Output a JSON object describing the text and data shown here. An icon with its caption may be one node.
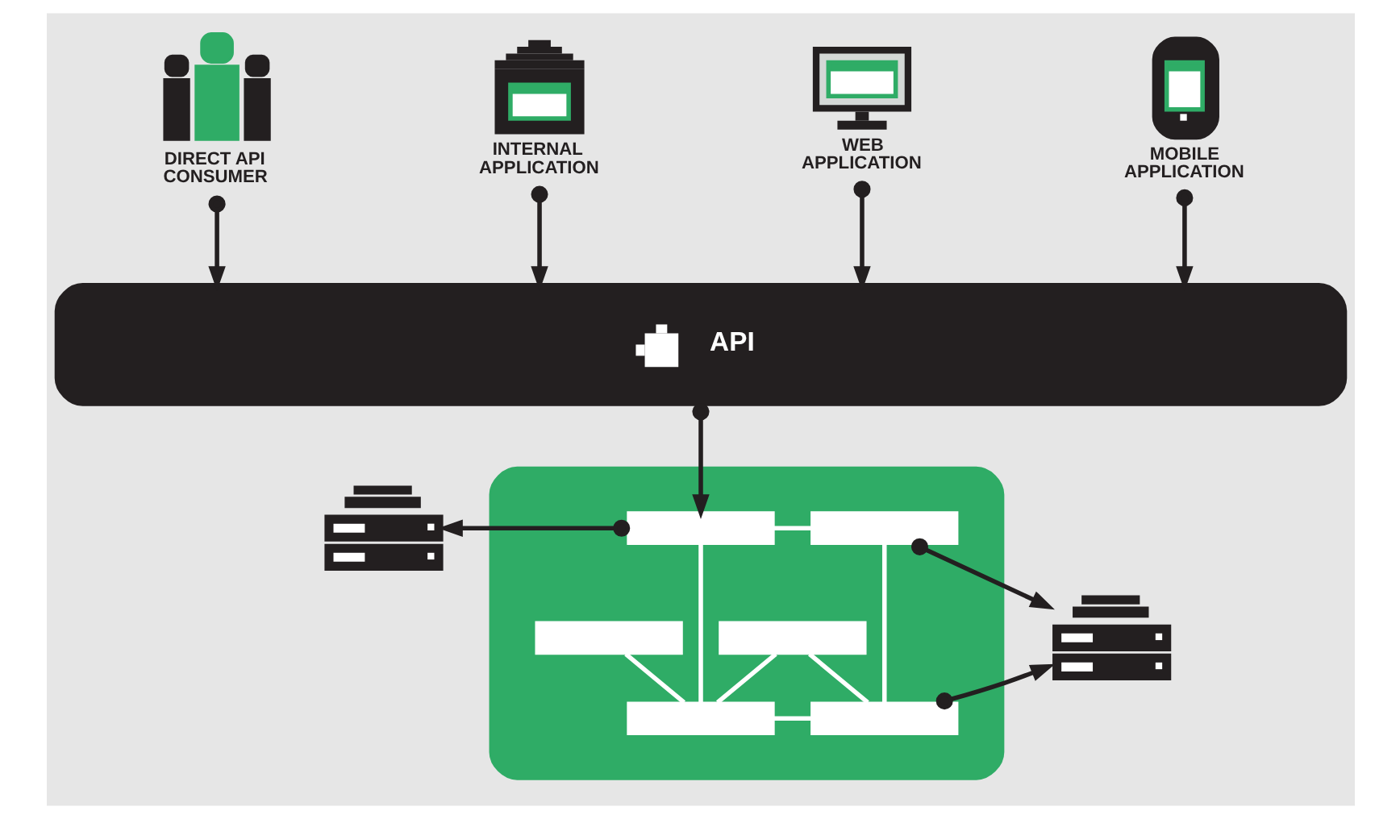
{
  "diagram": {
    "nodes": [
      {
        "text": [
          "DIRECT API CONSUMER"
        ]
      },
      {
        "text": [
          "INTERNAL APPLICATION"
        ]
      },
      {
        "text": [
          "WEB APPLICATION"
        ]
      },
      {
        "text": [
          "MOBILE APPLICATION"
        ]
      },
      {
        "text": [
          "API"
        ]
      },
      {
        "text": [],
        "shape": "picture"
      },
      {
        "text": [],
        "shape": "box"
      },
      {
        "text": [],
        "shape": "box",
        "in": 6
      },
      {
        "text": [],
        "shape": "box",
        "in": 6
      },
      {
        "text": [],
        "shape": "box",
        "in": 6
      },
      {
        "text": [],
        "shape": "box",
        "in": 6
      },
      {
        "text": [],
        "shape": "box",
        "in": 6
      },
      {
        "text": [],
        "shape": "box",
        "in": 6
      },
      {
        "text": [],
        "shape": "picture"
      }
    ],
    "edges": [
      {
        "from": 0,
        "to": 4,
        "arrow": "to"
      },
      {
        "from": 1,
        "to": 4,
        "arrow": "to"
      },
      {
        "from": 2,
        "to": 4,
        "arrow": "to"
      },
      {
        "from": 3,
        "to": 4,
        "arrow": "to"
      },
      {
        "from": 4,
        "to": 7,
        "arrow": "to"
      },
      {
        "from": 7,
        "to": 5,
        "arrow": "to"
      },
      {
        "from": 8,
        "to": 13,
        "arrow": "to"
      },
      {
        "from": 12,
        "to": 13,
        "arrow": "to"
      },
      {
        "from": 7,
        "to": 8,
        "arrow": "none",
        "color": "#ffffff"
      },
      {
        "from": 7,
        "to": 11,
        "arrow": "none",
        "color": "#ffffff"
      },
      {
        "from": 8,
        "to": 12,
        "arrow": "none",
        "color": "#ffffff"
      },
      {
        "from": 9,
        "to": 11,
        "arrow": "none",
        "color": "#ffffff"
      },
      {
        "from": 10,
        "to": 11,
        "arrow": "none",
        "color": "#ffffff"
      },
      {
        "from": 10,
        "to": 12,
        "arrow": "none",
        "color": "#ffffff"
      },
      {
        "from": 11,
        "to": 12,
        "arrow": "none",
        "color": "#ffffff"
      }
    ]
  }
}
